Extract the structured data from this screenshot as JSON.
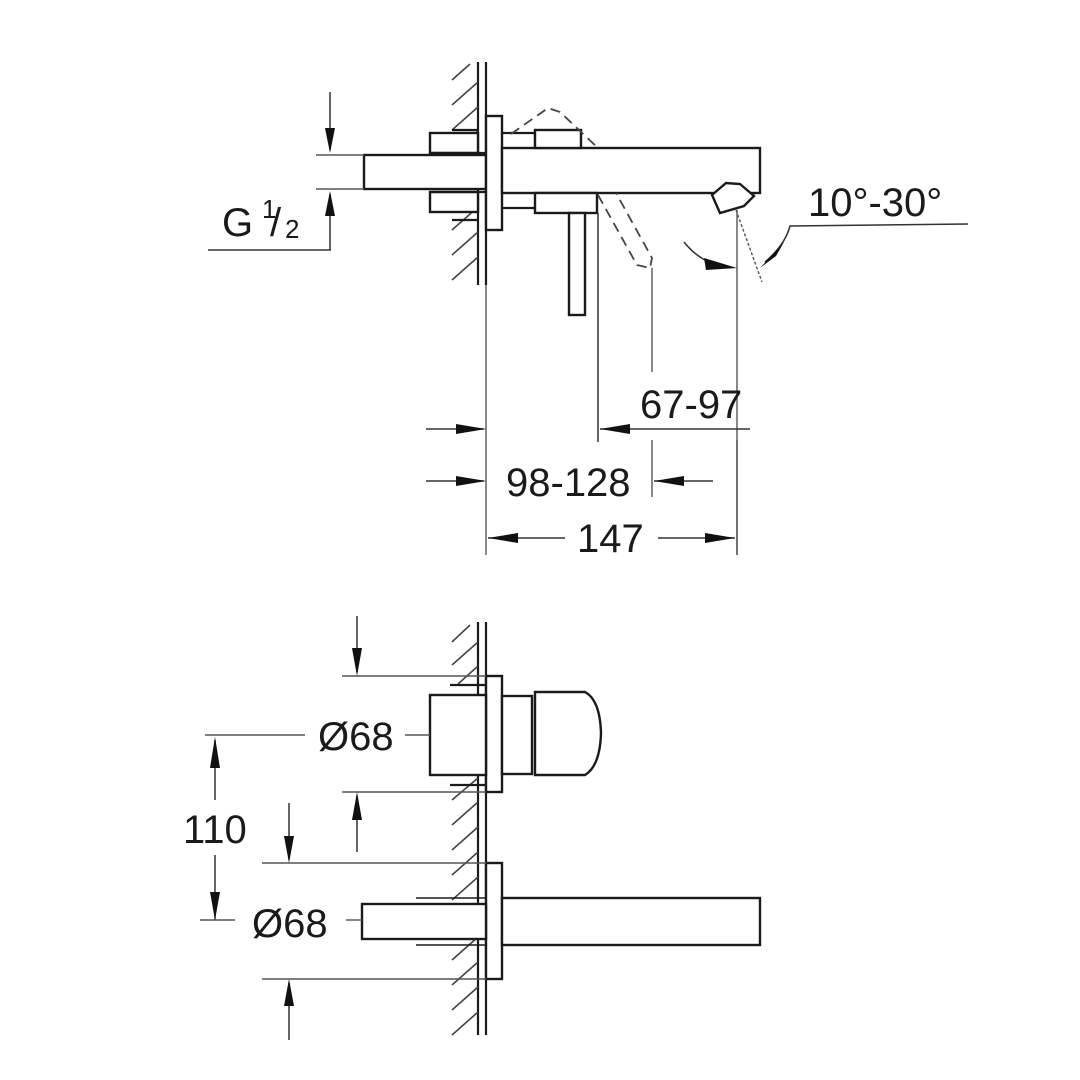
{
  "drawing": {
    "top_view": {
      "label_thread": "G",
      "label_thread_num": "1",
      "label_thread_den": "2",
      "label_angle": "10°-30°",
      "label_dim_spout": "67-97",
      "label_dim_handle": "98-128",
      "label_dim_total": "147"
    },
    "bottom_view": {
      "label_diameter_upper": "Ø68",
      "label_diameter_lower": "Ø68",
      "label_spacing": "110"
    }
  }
}
